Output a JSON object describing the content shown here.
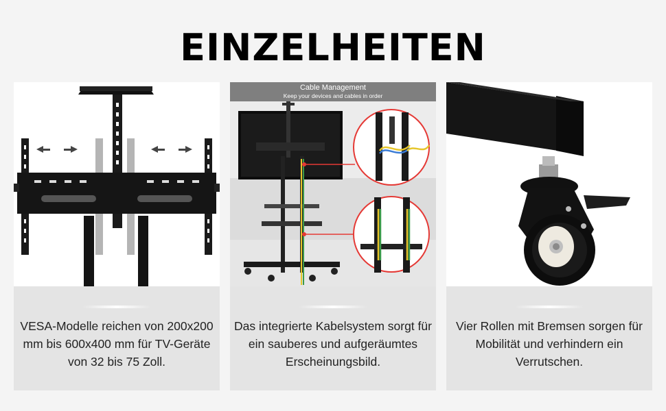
{
  "heading": "EINZELHEITEN",
  "cards": [
    {
      "caption": "VESA-Modelle reichen von 200x200 mm bis 600x400 mm für TV-Geräte von 32 bis 75 Zoll."
    },
    {
      "banner_title": "Cable Management",
      "banner_subtitle": "Keep your devices and cables in order",
      "caption": "Das integrierte Kabelsystem sorgt für ein sauberes und aufgeräumtes Erscheinungsbild."
    },
    {
      "caption": "Vier Rollen mit Bremsen sorgen für Mobilität und verhindern ein Verrutschen."
    }
  ],
  "colors": {
    "accent_red": "#e53935",
    "cable_yellow": "#e6c62a",
    "cable_green": "#3a9a4a",
    "cable_blue": "#3a7bd5"
  }
}
